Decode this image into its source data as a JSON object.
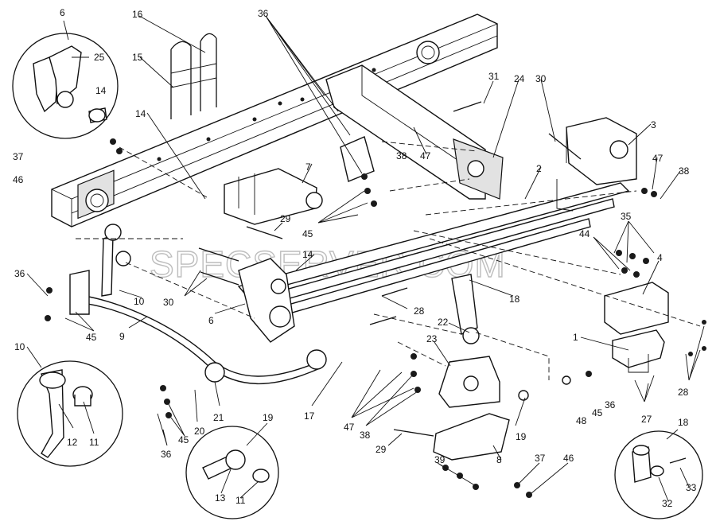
{
  "watermark": "SPECSERVER.COM",
  "callouts": {
    "c6a": "6",
    "c25": "25",
    "c14a": "14",
    "c16": "16",
    "c15": "15",
    "c36a": "36",
    "c31": "31",
    "c24": "24",
    "c30a": "30",
    "c3": "3",
    "c47a": "47",
    "c38a": "38",
    "c37a": "37",
    "c46a": "46",
    "c14b": "14",
    "c7": "7",
    "c38b": "38",
    "c47b": "47",
    "c2": "2",
    "c29a": "29",
    "c45a": "45",
    "c35": "35",
    "c44": "44",
    "c4": "4",
    "c14c": "14",
    "c36b": "36",
    "c10a": "10",
    "c30b": "30",
    "c45b": "45",
    "c9": "9",
    "c6b": "6",
    "c18a": "18",
    "c28a": "28",
    "c22": "22",
    "c23": "23",
    "c1": "1",
    "c10b": "10",
    "c12": "12",
    "c11a": "11",
    "c21": "21",
    "c20": "20",
    "c45c": "45",
    "c36c": "36",
    "c17": "17",
    "c47c": "47",
    "c38c": "38",
    "c48": "48",
    "c45d": "45",
    "c36d": "36",
    "c27": "27",
    "c28b": "28",
    "c19a": "19",
    "c29b": "29",
    "c19b": "19",
    "c8": "8",
    "c39": "39",
    "c37b": "37",
    "c46b": "46",
    "c13": "13",
    "c11b": "11",
    "c18b": "18",
    "c33": "33",
    "c32": "32"
  }
}
